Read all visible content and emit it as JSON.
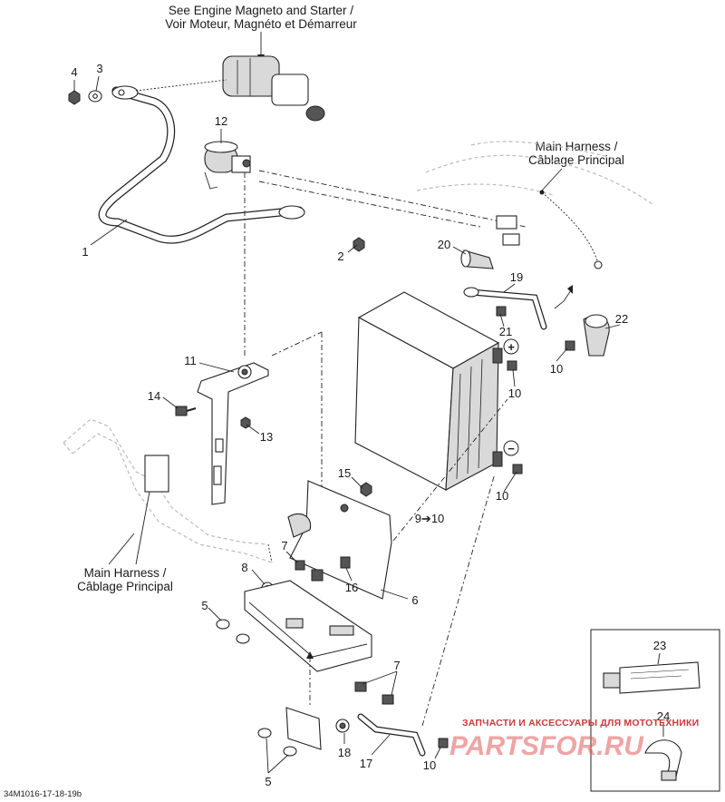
{
  "captions": {
    "magneto": "See Engine Magneto and Starter /",
    "magneto_fr": "Voir Moteur, Magnéto et Démarreur",
    "harness_top": "Main Harness /",
    "harness_top_fr": "Câblage Principal",
    "harness_left": "Main Harness /",
    "harness_left_fr": "Câblage Principal"
  },
  "callouts": {
    "n1": "1",
    "n2": "2",
    "n3": "3",
    "n4": "4",
    "n5a": "5",
    "n5b": "5",
    "n6": "6",
    "n7a": "7",
    "n7b": "7",
    "n8": "8",
    "n9": "9➔10",
    "n10a": "10",
    "n10b": "10",
    "n10c": "10",
    "n10d": "10",
    "n11": "11",
    "n12": "12",
    "n13": "13",
    "n14": "14",
    "n15": "15",
    "n16": "16",
    "n17": "17",
    "n18": "18",
    "n19": "19",
    "n20": "20",
    "n21": "21",
    "n22": "22",
    "n23": "23",
    "n24": "24"
  },
  "terminals": {
    "positive": "+",
    "negative": "−"
  },
  "footer": {
    "code": "34M1016-17-18-19b"
  },
  "watermark": {
    "tagline": "ЗАПЧАСТИ И АКСЕССУАРЫ ДЛЯ МОТОТЕХНИКИ",
    "brand": "PARTSFOR.RU"
  }
}
